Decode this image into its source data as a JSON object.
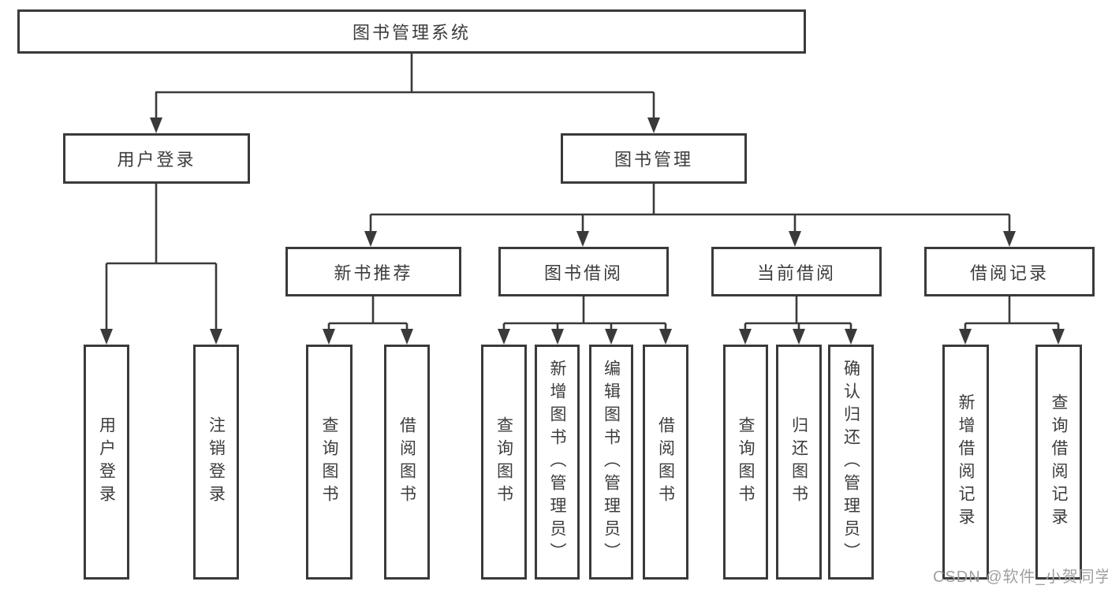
{
  "tree": {
    "root": "图书管理系统",
    "level2": [
      "用户登录",
      "图书管理"
    ],
    "level3": [
      "新书推荐",
      "图书借阅",
      "当前借阅",
      "借阅记录"
    ],
    "leaves": {
      "user_login": [
        "用户登录",
        "注销登录"
      ],
      "new_book_rec": [
        "查询图书",
        "借阅图书"
      ],
      "book_borrow": [
        "查询图书",
        "新增图书（管理员）",
        "编辑图书（管理员）",
        "借阅图书"
      ],
      "current_borrow": [
        "查询图书",
        "归还图书",
        "确认归还（管理员）"
      ],
      "borrow_records": [
        "新增借阅记录",
        "查询借阅记录"
      ]
    }
  },
  "watermark": "CSDN @软件_小贺同学",
  "colors": {
    "border": "#3a3a3a",
    "line": "#3a3a3a",
    "text": "#3c3c3c",
    "bg": "#ffffff",
    "wm": "#a0a0a0"
  }
}
